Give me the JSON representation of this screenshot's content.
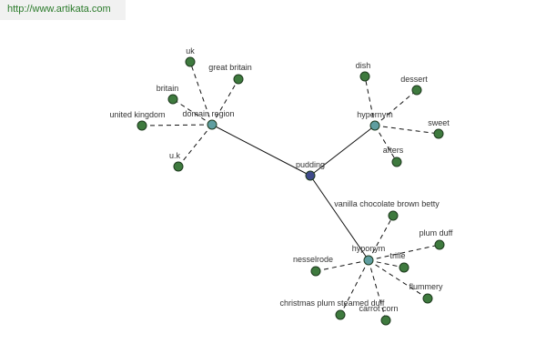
{
  "watermark": {
    "url": "http://www.artikata.com"
  },
  "colors": {
    "root": "#3f4a8a",
    "relation": "#5f9ea0",
    "leaf": "#3e7a3e"
  },
  "graph": {
    "root": {
      "label": "pudding"
    },
    "relations": [
      {
        "label": "domain region",
        "children": [
          "uk",
          "great britain",
          "britain",
          "united kingdom",
          "u.k"
        ]
      },
      {
        "label": "hypernym",
        "children": [
          "dish",
          "dessert",
          "sweet",
          "afters"
        ]
      },
      {
        "label": "hyponym",
        "children": [
          "vanilla chocolate brown betty",
          "plum duff",
          "trifle",
          "nesselrode",
          "flummery",
          "christmas plum steamed duff",
          "carrot corn"
        ]
      }
    ]
  }
}
